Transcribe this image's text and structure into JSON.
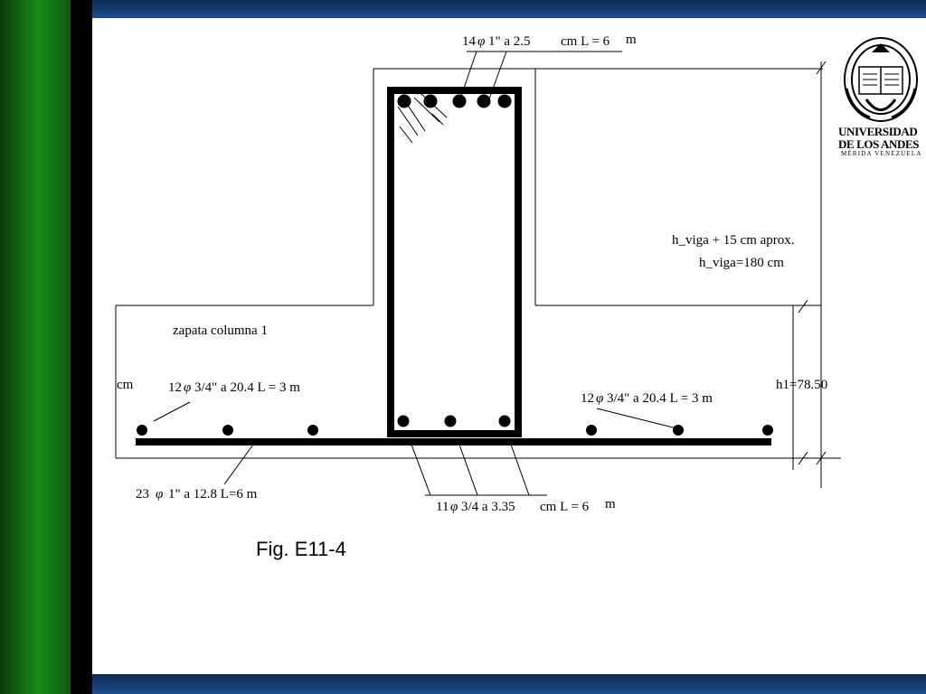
{
  "slide": {
    "caption": "Fig. E11-4",
    "colors": {
      "band_blue": "#1c4d8c",
      "side_green": "#1a8a1a",
      "ink": "#000000"
    }
  },
  "logo": {
    "icon": "university-seal-icon",
    "name_line1": "UNIVERSIDAD",
    "name_line2": "DE LOS ANDES",
    "location": "MÉRIDA VENEZUELA"
  },
  "labels": {
    "top_bars_a": "14",
    "top_bars_b": "1\" a  2.5",
    "top_bars_c": "cm L = 6",
    "top_bars_d": "m",
    "viga_note1": "h_viga + 15 cm aprox.",
    "viga_note2": "h_viga=180 cm",
    "zapata_title": "zapata columna 1",
    "cm_left": "cm",
    "left_bars_a": "12",
    "left_bars_b": "3/4\"  a 20.4   L = 3 m",
    "right_bars_a": "12",
    "right_bars_b": "3/4\"  a 20.4   L = 3 m",
    "h1": "h1=78.50",
    "bottom_left_a": "23",
    "bottom_left_b": "1\"  a 12.8   L=6 m",
    "bottom_mid_a": "11",
    "bottom_mid_b": "3/4 a 3.35",
    "bottom_mid_c": "cm L = 6",
    "bottom_mid_d": "m",
    "phi": "φ"
  }
}
